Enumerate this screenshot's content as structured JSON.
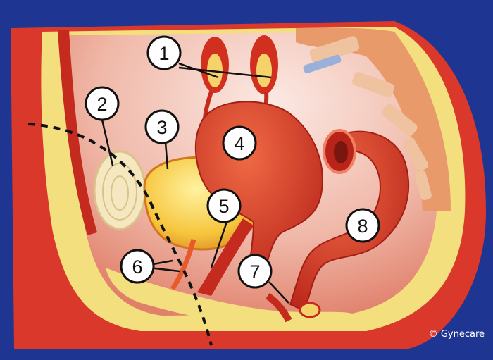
{
  "figure": {
    "labels": [
      "1",
      "2",
      "3",
      "4",
      "5",
      "6",
      "7",
      "8"
    ],
    "credit": "© Gynecare"
  },
  "colors": {
    "background": "#1e3591",
    "skin": "#d9382a",
    "fat": "#f4df7e",
    "cavity": "#f2cfc4",
    "organ": "#d2301f",
    "bladder": "#f6c53c",
    "line": "#111111"
  }
}
